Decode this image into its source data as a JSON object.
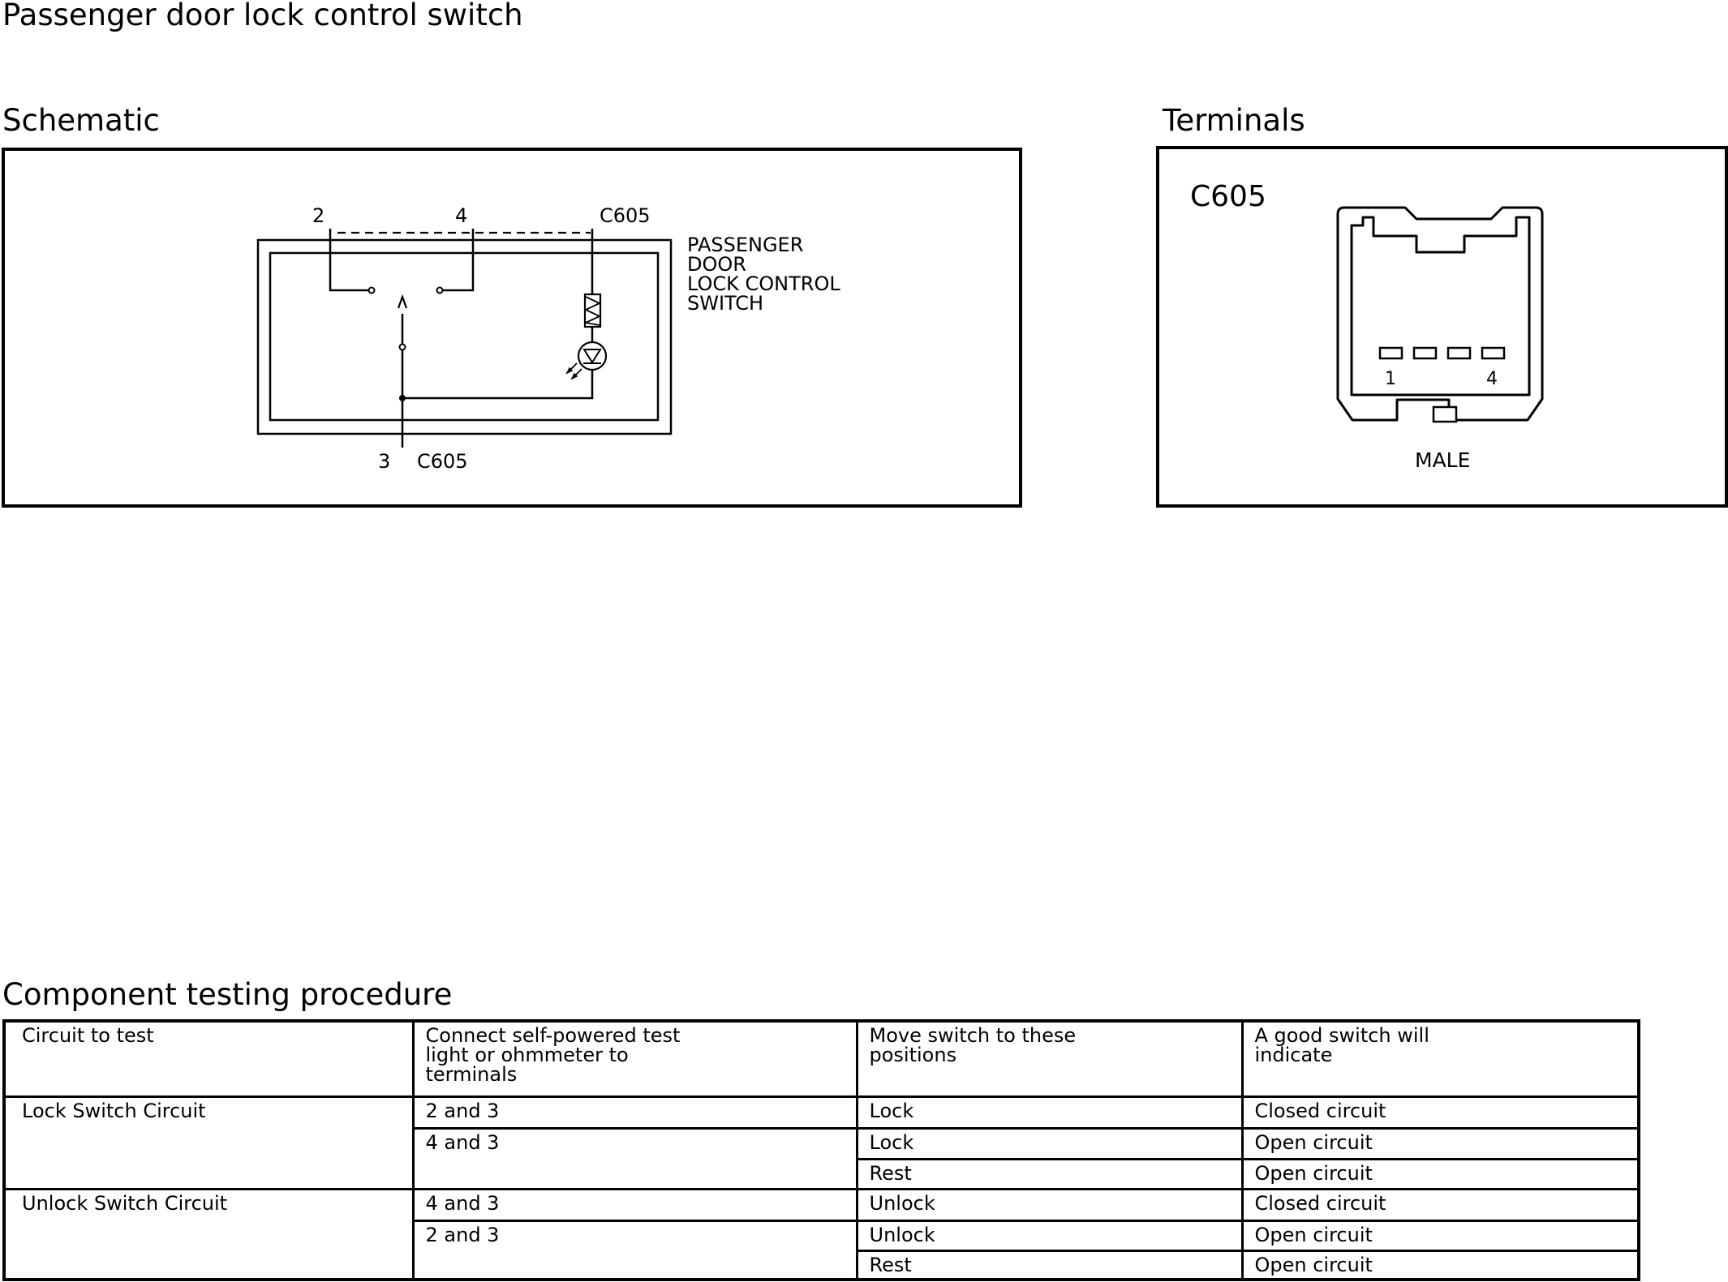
{
  "page_title": "Passenger door lock control switch",
  "schematic": {
    "heading": "Schematic",
    "pin_top_left": "2",
    "pin_top_mid": "4",
    "connector_top": "C605",
    "component_label": [
      "PASSENGER",
      "DOOR",
      "LOCK CONTROL",
      "SWITCH"
    ],
    "pin_bottom": "3",
    "connector_bottom": "C605"
  },
  "terminals": {
    "heading": "Terminals",
    "connector_id": "C605",
    "pin_first": "1",
    "pin_last": "4",
    "gender": "MALE"
  },
  "procedure": {
    "heading": "Component testing procedure",
    "columns": [
      [
        "Circuit to test"
      ],
      [
        "Connect self-powered test",
        "light or ohmmeter to",
        "terminals"
      ],
      [
        "Move switch to these",
        "positions"
      ],
      [
        "A good switch will",
        "indicate"
      ]
    ],
    "rows": [
      {
        "circuit": "Lock Switch Circuit",
        "terminals": "2 and 3",
        "position": "Lock",
        "result": "Closed circuit"
      },
      {
        "circuit": "",
        "terminals": "4 and 3",
        "position": "Lock",
        "result": "Open circuit"
      },
      {
        "circuit": "",
        "terminals": "",
        "position": "Rest",
        "result": "Open circuit"
      },
      {
        "circuit": "Unlock Switch Circuit",
        "terminals": "4 and 3",
        "position": "Unlock",
        "result": "Closed circuit"
      },
      {
        "circuit": "",
        "terminals": "2 and 3",
        "position": "Unlock",
        "result": "Open circuit"
      },
      {
        "circuit": "",
        "terminals": "",
        "position": "Rest",
        "result": "Open circuit"
      }
    ]
  }
}
